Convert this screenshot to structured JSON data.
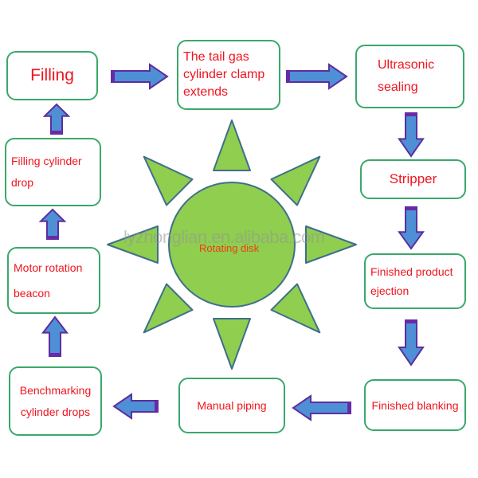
{
  "diagram": {
    "center": {
      "label": "Rotating disk",
      "fill_color": "#8fce4f",
      "stroke_color": "#3f6f8a"
    },
    "watermark": "lyzhonglian.en.alibaba.com",
    "colors": {
      "box_border": "#3aa86a",
      "box_text": "#f0141e",
      "arrow_fill": "#4f8fd6",
      "arrow_stroke": "#5b2f9e",
      "arrow_tail": "#6a2aa8"
    },
    "steps": [
      {
        "id": "filling",
        "label": "Filling"
      },
      {
        "id": "tail-gas",
        "label": "The tail gas cylinder clamp extends"
      },
      {
        "id": "ultrasonic",
        "label": "Ultrasonic sealing"
      },
      {
        "id": "stripper",
        "label": "Stripper"
      },
      {
        "id": "ejection",
        "label": "Finished product ejection"
      },
      {
        "id": "blanking",
        "label": "Finished blanking"
      },
      {
        "id": "manual-piping",
        "label": "Manual piping"
      },
      {
        "id": "benchmarking",
        "label": "Benchmarking cylinder drops"
      },
      {
        "id": "motor",
        "label": "Motor rotation beacon"
      },
      {
        "id": "filling-drop",
        "label": "Filling cylinder drop"
      }
    ],
    "flow": [
      {
        "from": "filling",
        "to": "tail-gas",
        "direction": "right"
      },
      {
        "from": "tail-gas",
        "to": "ultrasonic",
        "direction": "right"
      },
      {
        "from": "ultrasonic",
        "to": "stripper",
        "direction": "down"
      },
      {
        "from": "stripper",
        "to": "ejection",
        "direction": "down"
      },
      {
        "from": "ejection",
        "to": "blanking",
        "direction": "down"
      },
      {
        "from": "blanking",
        "to": "manual-piping",
        "direction": "left"
      },
      {
        "from": "manual-piping",
        "to": "benchmarking",
        "direction": "left"
      },
      {
        "from": "benchmarking",
        "to": "motor",
        "direction": "up"
      },
      {
        "from": "motor",
        "to": "filling-drop",
        "direction": "up"
      },
      {
        "from": "filling-drop",
        "to": "filling",
        "direction": "up"
      }
    ]
  }
}
